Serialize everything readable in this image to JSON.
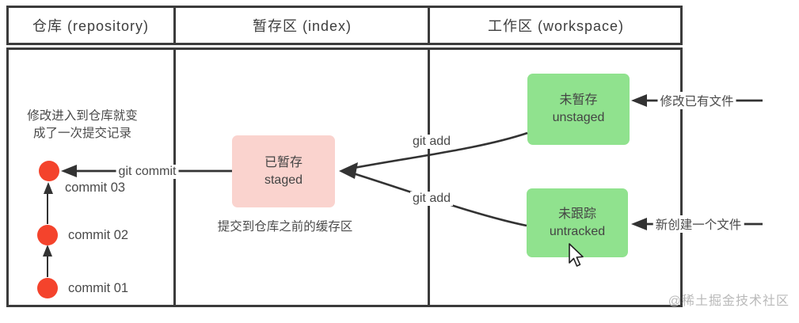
{
  "table": {
    "columns": [
      {
        "id": "repository",
        "header": "仓库 (repository)"
      },
      {
        "id": "index",
        "header": "暂存区 (index)"
      },
      {
        "id": "workspace",
        "header": "工作区 (workspace)"
      }
    ]
  },
  "repository": {
    "note_line1": "修改进入到仓库就变",
    "note_line2": "成了一次提交记录",
    "commits": [
      {
        "label": "commit 03"
      },
      {
        "label": "commit 02"
      },
      {
        "label": "commit 01"
      }
    ]
  },
  "index": {
    "staged_box": {
      "title": "已暂存",
      "subtitle": "staged"
    },
    "caption": "提交到仓库之前的缓存区"
  },
  "workspace": {
    "unstaged_box": {
      "title": "未暂存",
      "subtitle": "unstaged"
    },
    "untracked_box": {
      "title": "未跟踪",
      "subtitle": "untracked"
    }
  },
  "arrows": {
    "git_commit_label": "git commit",
    "git_add_upper_label": "git add",
    "git_add_lower_label": "git add",
    "modify_existing_label": "修改已有文件",
    "new_file_label": "新创建一个文件"
  },
  "watermark": "@稀土掘金技术社区",
  "colors": {
    "commit_dot": "#f4432c",
    "staged_bg": "#fad3ce",
    "green_bg": "#90e28e",
    "border": "#3b3b3b",
    "line": "#333333",
    "text": "#4a4a4a",
    "watermark": "#b9b9b9"
  }
}
